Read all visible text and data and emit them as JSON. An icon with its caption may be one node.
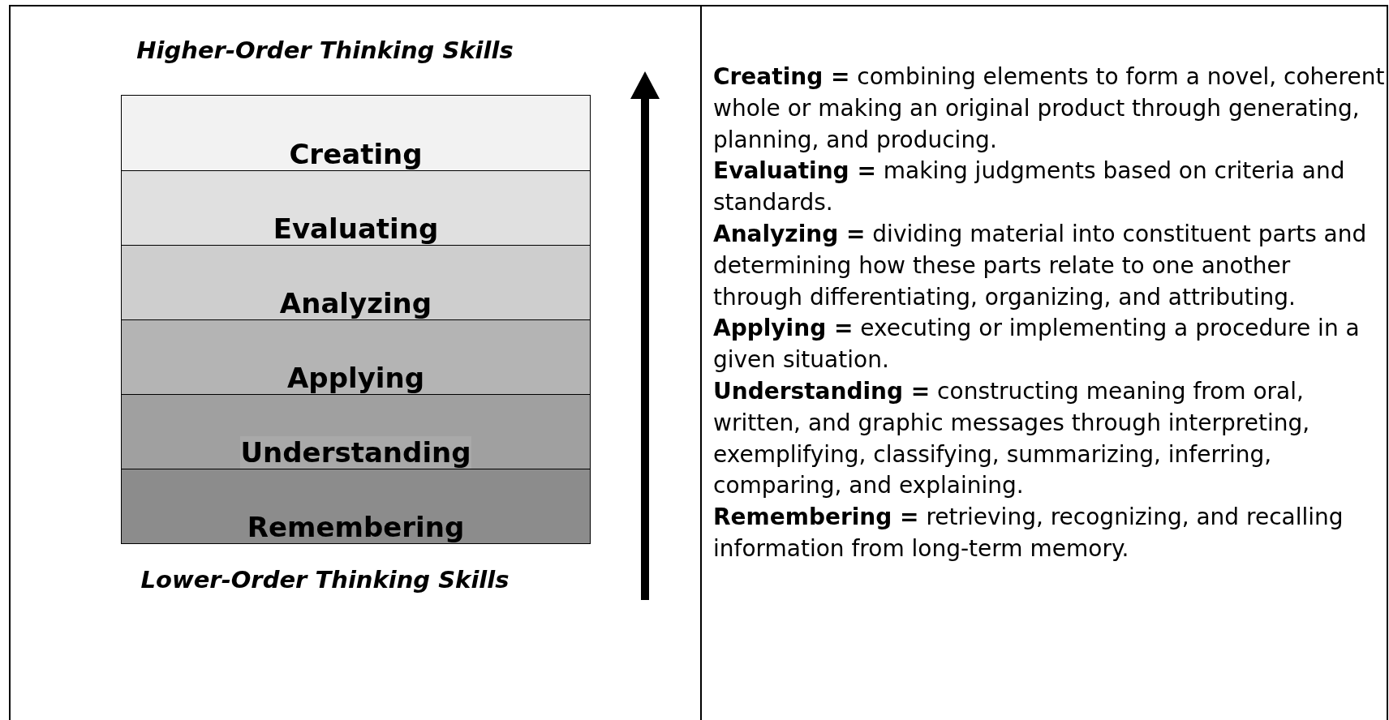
{
  "diagram": {
    "nodes": [
      {
        "text": [
          "Creating"
        ]
      },
      {
        "text": [
          "Evaluating"
        ]
      },
      {
        "text": [
          "Analyzing"
        ]
      },
      {
        "text": [
          "Applying"
        ]
      },
      {
        "text": [
          "Understanding"
        ]
      },
      {
        "text": [
          "Remembering"
        ]
      }
    ],
    "labels": [
      "Higher-Order Thinking Skills",
      "Lower-Order Thinking Skills",
      "**Creating =** combining elements to form a novel, coherent whole or making an original product through generating, planning, and producing.",
      "**Evaluating =** making judgments based on criteria and standards.",
      "**Analyzing =** dividing material into constituent parts and determining how these parts relate to one another through differentiating, organizing, and attributing.",
      "**Applying =** executing or implementing a procedure in a given situation.",
      "**Understanding =** constructing meaning from oral, written, and graphic messages through interpreting, exemplifying, classifying, summarizing, inferring, comparing, and explaining.",
      "**Remembering =** retrieving, recognizing, and recalling information from long-term memory."
    ]
  }
}
